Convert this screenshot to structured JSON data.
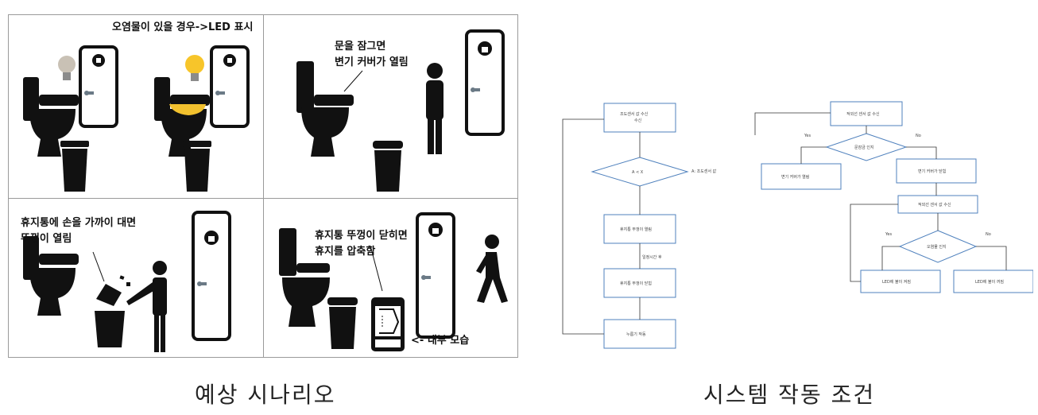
{
  "scenario": {
    "panel1_note": "오염물이 있을 경우->LED 표시",
    "panel2_note": "문을 잠그면\n변기 커버가 열림",
    "panel3_note": "휴지통에 손을 가까이 대면\n뚜껑이  열림",
    "panel4_note": "휴지통 뚜껑이 닫히면\n휴지를 압축함",
    "panel4_inner": "<- 내부 모습"
  },
  "captions": {
    "left": "예상 시나리오",
    "right": "시스템 작동 조건"
  },
  "flowchart_left": {
    "box1": "조도센서 값 수신",
    "box1_sub": "수신",
    "decision": "A < X",
    "decision_side": "A: 조도센서 값",
    "box2": "휴지통 뚜껑이 열림",
    "edge_label": "일정시간 후",
    "box3": "휴지통 뚜껑이 닫힘",
    "box4": "누름기 작동"
  },
  "flowchart_right": {
    "box1": "적외선 센서 값 수신",
    "decision1": "문잠금 인지",
    "yes1": "Yes",
    "no1": "No",
    "box_yes1": "변기 커버가 열림",
    "box_no1": "변기 커버가 닫힘",
    "box2": "적외선 센서 값 수신",
    "decision2": "오염물 인지",
    "yes2": "Yes",
    "no2": "No",
    "box_yes2": "LED에 불이 켜짐",
    "box_no2": "LED에 불이 꺼짐"
  }
}
